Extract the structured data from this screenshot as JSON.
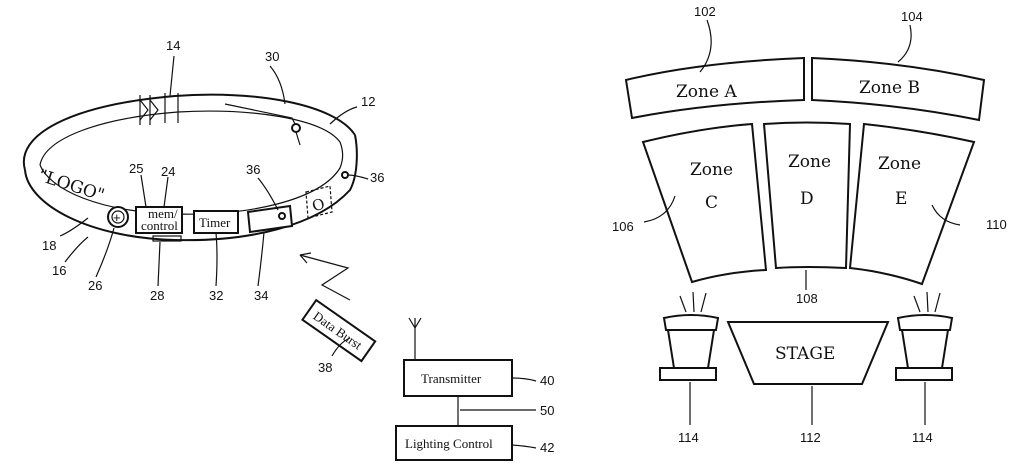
{
  "left_figure": {
    "band_text": "\"LOGO\"",
    "plus_symbol": "+",
    "mem_control_line1": "mem/",
    "mem_control_line2": "control",
    "timer_label": "Timer",
    "sensor_symbol": "O",
    "data_burst_label": "Data Burst",
    "transmitter_label": "Transmitter",
    "lighting_control_label": "Lighting Control",
    "refs": {
      "r14": "14",
      "r30": "30",
      "r12": "12",
      "r25": "25",
      "r24": "24",
      "r36a": "36",
      "r36b": "36",
      "r18": "18",
      "r16": "16",
      "r26": "26",
      "r28": "28",
      "r32": "32",
      "r34": "34",
      "r38": "38",
      "r40": "40",
      "r50": "50",
      "r42": "42"
    }
  },
  "right_figure": {
    "zone_a": "Zone A",
    "zone_b": "Zone B",
    "zone_c_line1": "Zone",
    "zone_c_line2": "C",
    "zone_d_line1": "Zone",
    "zone_d_line2": "D",
    "zone_e_line1": "Zone",
    "zone_e_line2": "E",
    "stage_label": "STAGE",
    "refs": {
      "r102": "102",
      "r104": "104",
      "r106": "106",
      "r110": "110",
      "r108": "108",
      "r112": "112",
      "r114a": "114",
      "r114b": "114"
    }
  }
}
